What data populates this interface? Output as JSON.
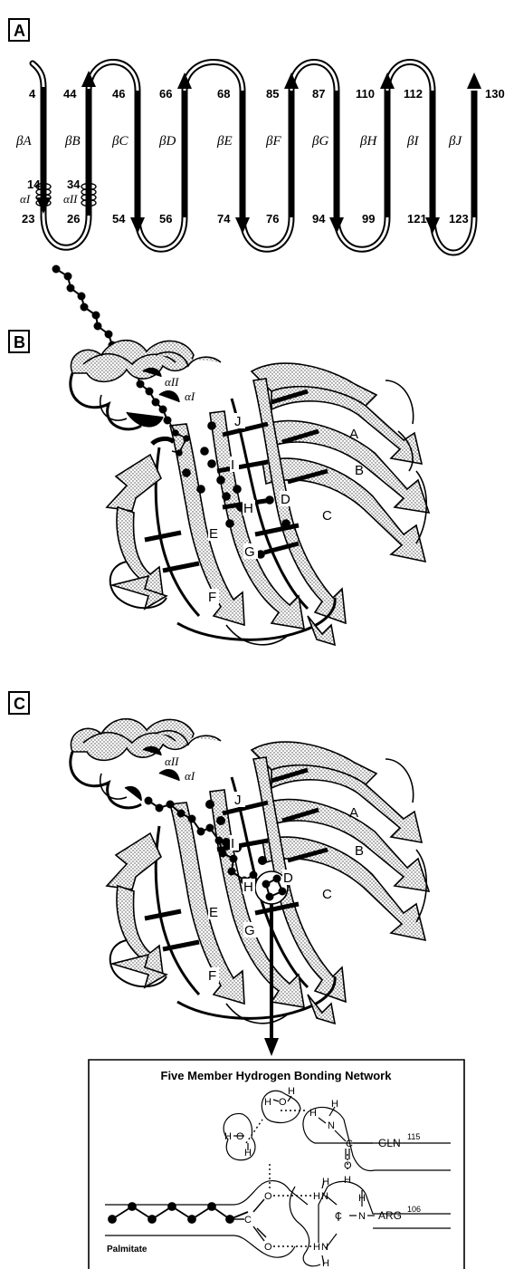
{
  "panel_a": {
    "letter": "A",
    "strand_labels": [
      "βA",
      "βB",
      "βC",
      "βD",
      "βE",
      "βF",
      "βG",
      "βH",
      "βI",
      "βJ"
    ],
    "top_residues": [
      "4",
      "44",
      "46",
      "66",
      "68",
      "85",
      "87",
      "110",
      "112",
      "130"
    ],
    "bottom_residues": [
      "23",
      "26",
      "54",
      "56",
      "74",
      "76",
      "94",
      "99",
      "121",
      "123"
    ],
    "extra_residues": [
      "14",
      "34"
    ],
    "helix_labels": [
      "αI",
      "αII"
    ]
  },
  "panel_b": {
    "letter": "B",
    "helix_labels": [
      "αII",
      "αI"
    ],
    "strand_labels": [
      "J",
      "A",
      "I",
      "B",
      "C",
      "H",
      "D",
      "E",
      "G",
      "F"
    ]
  },
  "panel_c": {
    "letter": "C",
    "helix_labels": [
      "αII",
      "αI"
    ],
    "strand_labels": [
      "J",
      "A",
      "I",
      "B",
      "C",
      "H",
      "D",
      "E",
      "G",
      "F"
    ]
  },
  "inset": {
    "title": "Five Member Hydrogen Bonding Network",
    "residue1": "GLN",
    "residue1_num": "115",
    "residue2": "ARG",
    "residue2_num": "106",
    "ligand": "Palmitate",
    "atoms": {
      "H": "H",
      "O": "O",
      "N": "N",
      "C": "C"
    }
  }
}
